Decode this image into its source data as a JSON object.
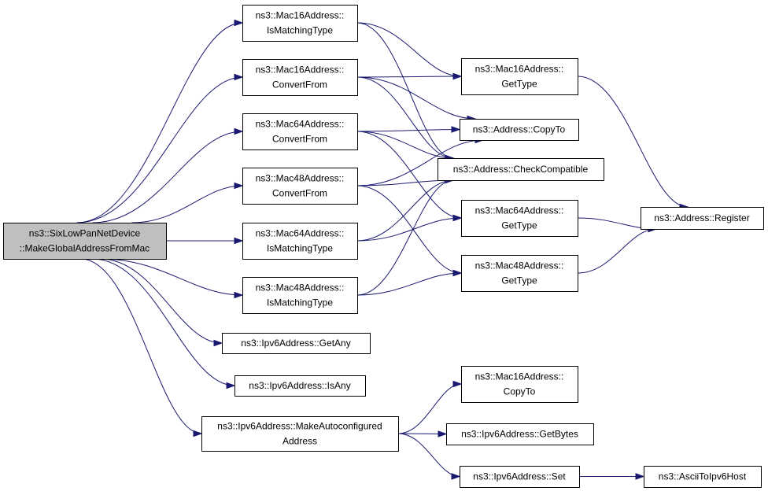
{
  "colors": {
    "edge": "#191970",
    "root_fill": "#bfbfbf",
    "node_fill": "#ffffff",
    "border": "#000000"
  },
  "nodes": [
    {
      "id": "root",
      "lines": [
        "ns3::SixLowPanNetDevice",
        "::MakeGlobalAddressFromMac"
      ]
    },
    {
      "id": "mac16_ismatch",
      "lines": [
        "ns3::Mac16Address::",
        "IsMatchingType"
      ]
    },
    {
      "id": "mac16_convert",
      "lines": [
        "ns3::Mac16Address::",
        "ConvertFrom"
      ]
    },
    {
      "id": "mac64_convert",
      "lines": [
        "ns3::Mac64Address::",
        "ConvertFrom"
      ]
    },
    {
      "id": "mac48_convert",
      "lines": [
        "ns3::Mac48Address::",
        "ConvertFrom"
      ]
    },
    {
      "id": "mac64_ismatch",
      "lines": [
        "ns3::Mac64Address::",
        "IsMatchingType"
      ]
    },
    {
      "id": "mac48_ismatch",
      "lines": [
        "ns3::Mac48Address::",
        "IsMatchingType"
      ]
    },
    {
      "id": "ipv6_getany",
      "lines": [
        "ns3::Ipv6Address::GetAny"
      ]
    },
    {
      "id": "ipv6_isany",
      "lines": [
        "ns3::Ipv6Address::IsAny"
      ]
    },
    {
      "id": "ipv6_makeauto",
      "lines": [
        "ns3::Ipv6Address::MakeAutoconfigured",
        "Address"
      ]
    },
    {
      "id": "mac16_gettype",
      "lines": [
        "ns3::Mac16Address::",
        "GetType"
      ]
    },
    {
      "id": "addr_copyto",
      "lines": [
        "ns3::Address::CopyTo"
      ]
    },
    {
      "id": "addr_checkcompat",
      "lines": [
        "ns3::Address::CheckCompatible"
      ]
    },
    {
      "id": "mac64_gettype",
      "lines": [
        "ns3::Mac64Address::",
        "GetType"
      ]
    },
    {
      "id": "mac48_gettype",
      "lines": [
        "ns3::Mac48Address::",
        "GetType"
      ]
    },
    {
      "id": "mac16_copyto",
      "lines": [
        "ns3::Mac16Address::",
        "CopyTo"
      ]
    },
    {
      "id": "ipv6_getbytes",
      "lines": [
        "ns3::Ipv6Address::GetBytes"
      ]
    },
    {
      "id": "ipv6_set",
      "lines": [
        "ns3::Ipv6Address::Set"
      ]
    },
    {
      "id": "addr_register",
      "lines": [
        "ns3::Address::Register"
      ]
    },
    {
      "id": "ascii_toipv6",
      "lines": [
        "ns3::AsciiToIpv6Host"
      ]
    }
  ],
  "edges": [
    [
      "root",
      "mac16_ismatch"
    ],
    [
      "root",
      "mac16_convert"
    ],
    [
      "root",
      "mac64_convert"
    ],
    [
      "root",
      "mac48_convert"
    ],
    [
      "root",
      "mac64_ismatch"
    ],
    [
      "root",
      "mac48_ismatch"
    ],
    [
      "root",
      "ipv6_getany"
    ],
    [
      "root",
      "ipv6_isany"
    ],
    [
      "root",
      "ipv6_makeauto"
    ],
    [
      "mac16_ismatch",
      "mac16_gettype"
    ],
    [
      "mac16_ismatch",
      "addr_checkcompat"
    ],
    [
      "mac16_convert",
      "mac16_gettype"
    ],
    [
      "mac16_convert",
      "addr_copyto"
    ],
    [
      "mac16_convert",
      "addr_checkcompat"
    ],
    [
      "mac64_convert",
      "addr_copyto"
    ],
    [
      "mac64_convert",
      "addr_checkcompat"
    ],
    [
      "mac64_convert",
      "mac64_gettype"
    ],
    [
      "mac48_convert",
      "addr_copyto"
    ],
    [
      "mac48_convert",
      "addr_checkcompat"
    ],
    [
      "mac48_convert",
      "mac48_gettype"
    ],
    [
      "mac64_ismatch",
      "mac64_gettype"
    ],
    [
      "mac64_ismatch",
      "addr_checkcompat"
    ],
    [
      "mac48_ismatch",
      "mac48_gettype"
    ],
    [
      "mac48_ismatch",
      "addr_checkcompat"
    ],
    [
      "mac16_gettype",
      "addr_register"
    ],
    [
      "mac64_gettype",
      "addr_register"
    ],
    [
      "mac48_gettype",
      "addr_register"
    ],
    [
      "ipv6_makeauto",
      "mac16_copyto"
    ],
    [
      "ipv6_makeauto",
      "ipv6_getbytes"
    ],
    [
      "ipv6_makeauto",
      "ipv6_set"
    ],
    [
      "ipv6_set",
      "ascii_toipv6"
    ]
  ]
}
